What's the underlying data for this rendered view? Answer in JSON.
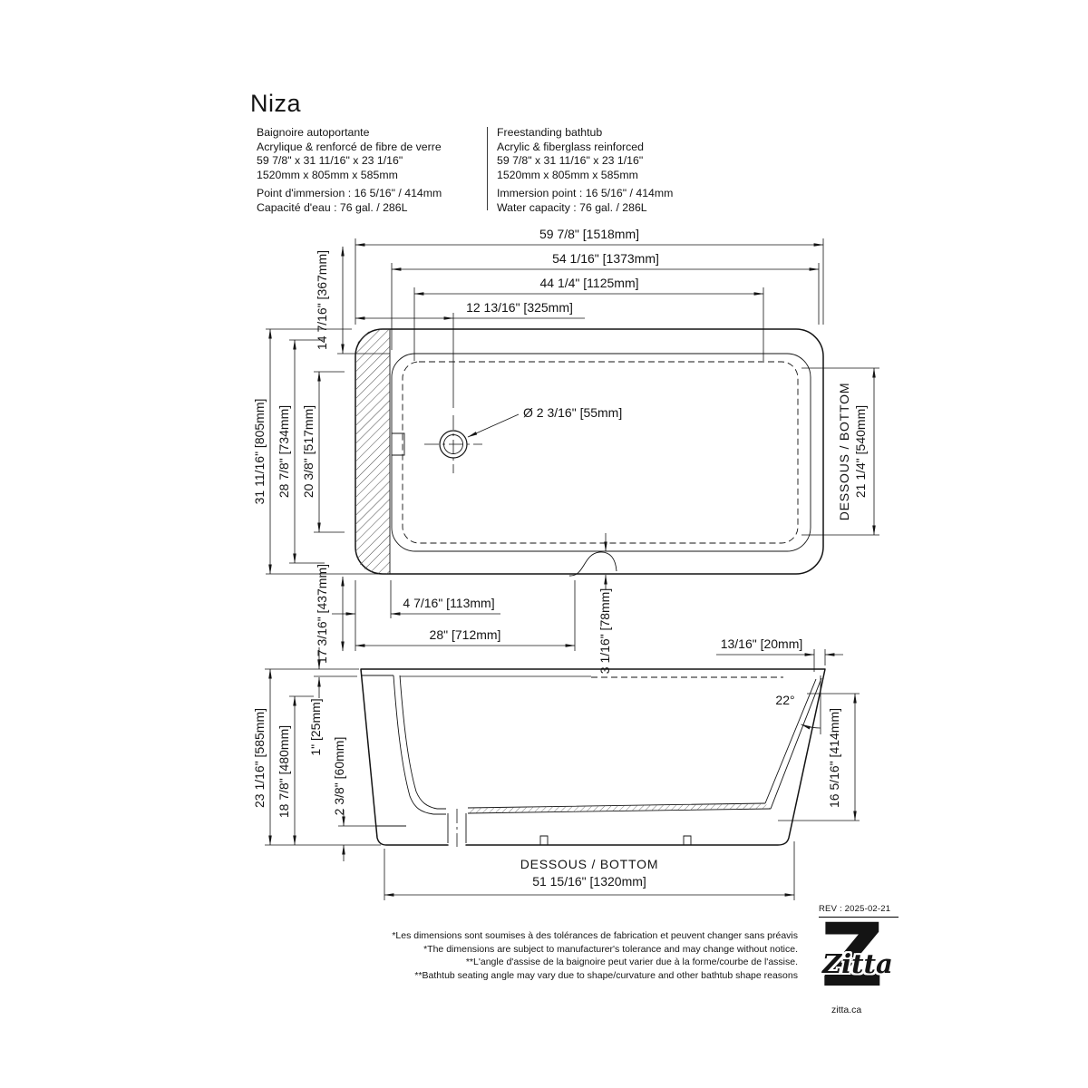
{
  "header": {
    "title": "Niza",
    "fr": {
      "block1": [
        "Baignoire autoportante",
        "Acrylique & renforcé de fibre de verre",
        "59 7/8\" x 31 11/16\" x 23 1/16\"",
        "1520mm x 805mm x 585mm"
      ],
      "block2": [
        "Point d'immersion : 16 5/16\" / 414mm",
        "Capacité d'eau : 76 gal. / 286L"
      ]
    },
    "en": {
      "block1": [
        "Freestanding bathtub",
        "Acrylic & fiberglass reinforced",
        "59 7/8\" x 31 11/16\" x 23 1/16\"",
        "1520mm x 805mm x 585mm"
      ],
      "block2": [
        "Immersion point : 16 5/16\" / 414mm",
        "Water capacity : 76 gal. / 286L"
      ]
    }
  },
  "top_view": {
    "labels": {
      "overall_length": "59 7/8\" [1518mm]",
      "rim_length": "54 1/16\" [1373mm]",
      "basin_length": "44 1/4\" [1125mm]",
      "drain_offset_x": "12 13/16\" [325mm]",
      "edge_to_drain_top": "14 7/16\" [367mm]",
      "overall_width": "31 11/16\" [805mm]",
      "rim_width": "28 7/8\" [734mm]",
      "basin_width": "20 3/8\" [517mm]",
      "drain_diameter": "Ø 2 3/16\" [55mm]",
      "bottom_label": "DESSOUS / BOTTOM",
      "bottom_width": "21 1/4\" [540mm]",
      "edge_to_drain_bottom": "17 3/16\" [437mm]",
      "skirt_offset": "4 7/16\" [113mm]",
      "drain_from_edge": "28\" [712mm]",
      "ledge_gap": "3 1/16\" [78mm]"
    }
  },
  "side_view": {
    "labels": {
      "rim_lip": "13/16\" [20mm]",
      "backrest_angle": "22°",
      "overall_height": "23 1/16\" [585mm]",
      "wall_height": "18 7/8\" [480mm]",
      "rim_thickness": "1\" [25mm]",
      "base_lip_height": "2 3/8\" [60mm]",
      "immersion_depth": "16 5/16\" [414mm]",
      "bottom_label": "DESSOUS / BOTTOM",
      "bottom_length": "51 15/16\" [1320mm]"
    }
  },
  "footer": {
    "rev": "REV : 2025-02-21",
    "notes": [
      "*Les dimensions sont soumises à des tolérances de fabrication et peuvent changer sans préavis",
      "*The dimensions are subject to manufacturer's tolerance and may change without notice.",
      "**L'angle d'assise de la baignoire peut varier due à la forme/courbe de l'assise.",
      "**Bathtub seating angle may vary due to shape/curvature and other bathtub shape reasons"
    ],
    "logo_letter": "Z",
    "logo_word": "Zitta",
    "website": "zitta.ca"
  }
}
